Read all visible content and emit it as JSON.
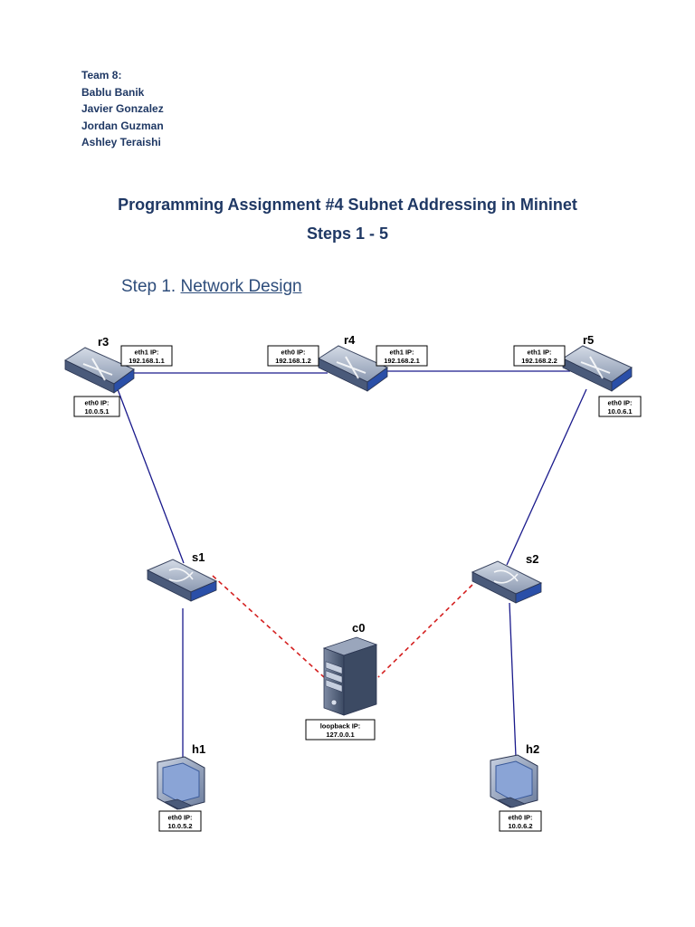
{
  "team": {
    "heading": "Team 8:",
    "members": [
      "Bablu Banik",
      "Javier Gonzalez",
      "Jordan Guzman",
      "Ashley Teraishi"
    ]
  },
  "title": {
    "line1": "Programming Assignment #4 Subnet Addressing in Mininet",
    "line2": "Steps 1 - 5"
  },
  "step": {
    "prefix": "Step 1. ",
    "name": "Network Design"
  },
  "diagram": {
    "nodes": {
      "r3": {
        "label": "r3",
        "type": "router"
      },
      "r4": {
        "label": "r4",
        "type": "router"
      },
      "r5": {
        "label": "r5",
        "type": "router"
      },
      "s1": {
        "label": "s1",
        "type": "switch"
      },
      "s2": {
        "label": "s2",
        "type": "switch"
      },
      "c0": {
        "label": "c0",
        "type": "controller-server"
      },
      "h1": {
        "label": "h1",
        "type": "host"
      },
      "h2": {
        "label": "h2",
        "type": "host"
      }
    },
    "ip_labels": {
      "r3_eth1": {
        "line1": "eth1 IP:",
        "line2": "192.168.1.1"
      },
      "r3_eth0": {
        "line1": "eth0 IP:",
        "line2": "10.0.5.1"
      },
      "r4_eth0": {
        "line1": "eth0 IP:",
        "line2": "192.168.1.2"
      },
      "r4_eth1": {
        "line1": "eth1 IP:",
        "line2": "192.168.2.1"
      },
      "r5_eth1": {
        "line1": "eth1 IP:",
        "line2": "192.168.2.2"
      },
      "r5_eth0": {
        "line1": "eth0 IP:",
        "line2": "10.0.6.1"
      },
      "c0_loopback": {
        "line1": "loopback IP:",
        "line2": "127.0.0.1"
      },
      "h1_eth0": {
        "line1": "eth0 IP:",
        "line2": "10.0.5.2"
      },
      "h2_eth0": {
        "line1": "eth0 IP:",
        "line2": "10.0.6.2"
      }
    },
    "links": [
      {
        "from": "r3",
        "to": "r4",
        "style": "solid"
      },
      {
        "from": "r4",
        "to": "r5",
        "style": "solid"
      },
      {
        "from": "r3",
        "to": "s1",
        "style": "solid"
      },
      {
        "from": "r5",
        "to": "s2",
        "style": "solid"
      },
      {
        "from": "s1",
        "to": "h1",
        "style": "solid"
      },
      {
        "from": "s2",
        "to": "h2",
        "style": "solid"
      },
      {
        "from": "s1",
        "to": "c0",
        "style": "dashed"
      },
      {
        "from": "s2",
        "to": "c0",
        "style": "dashed"
      }
    ],
    "colors": {
      "link": "#1a1a8c",
      "control_link": "#d42020",
      "device_body": "#4a5a7a",
      "device_top": "#b8c2d2",
      "device_blue": "#2a4fa8",
      "server": "#55657f",
      "monitor": "#5a78b4"
    }
  }
}
